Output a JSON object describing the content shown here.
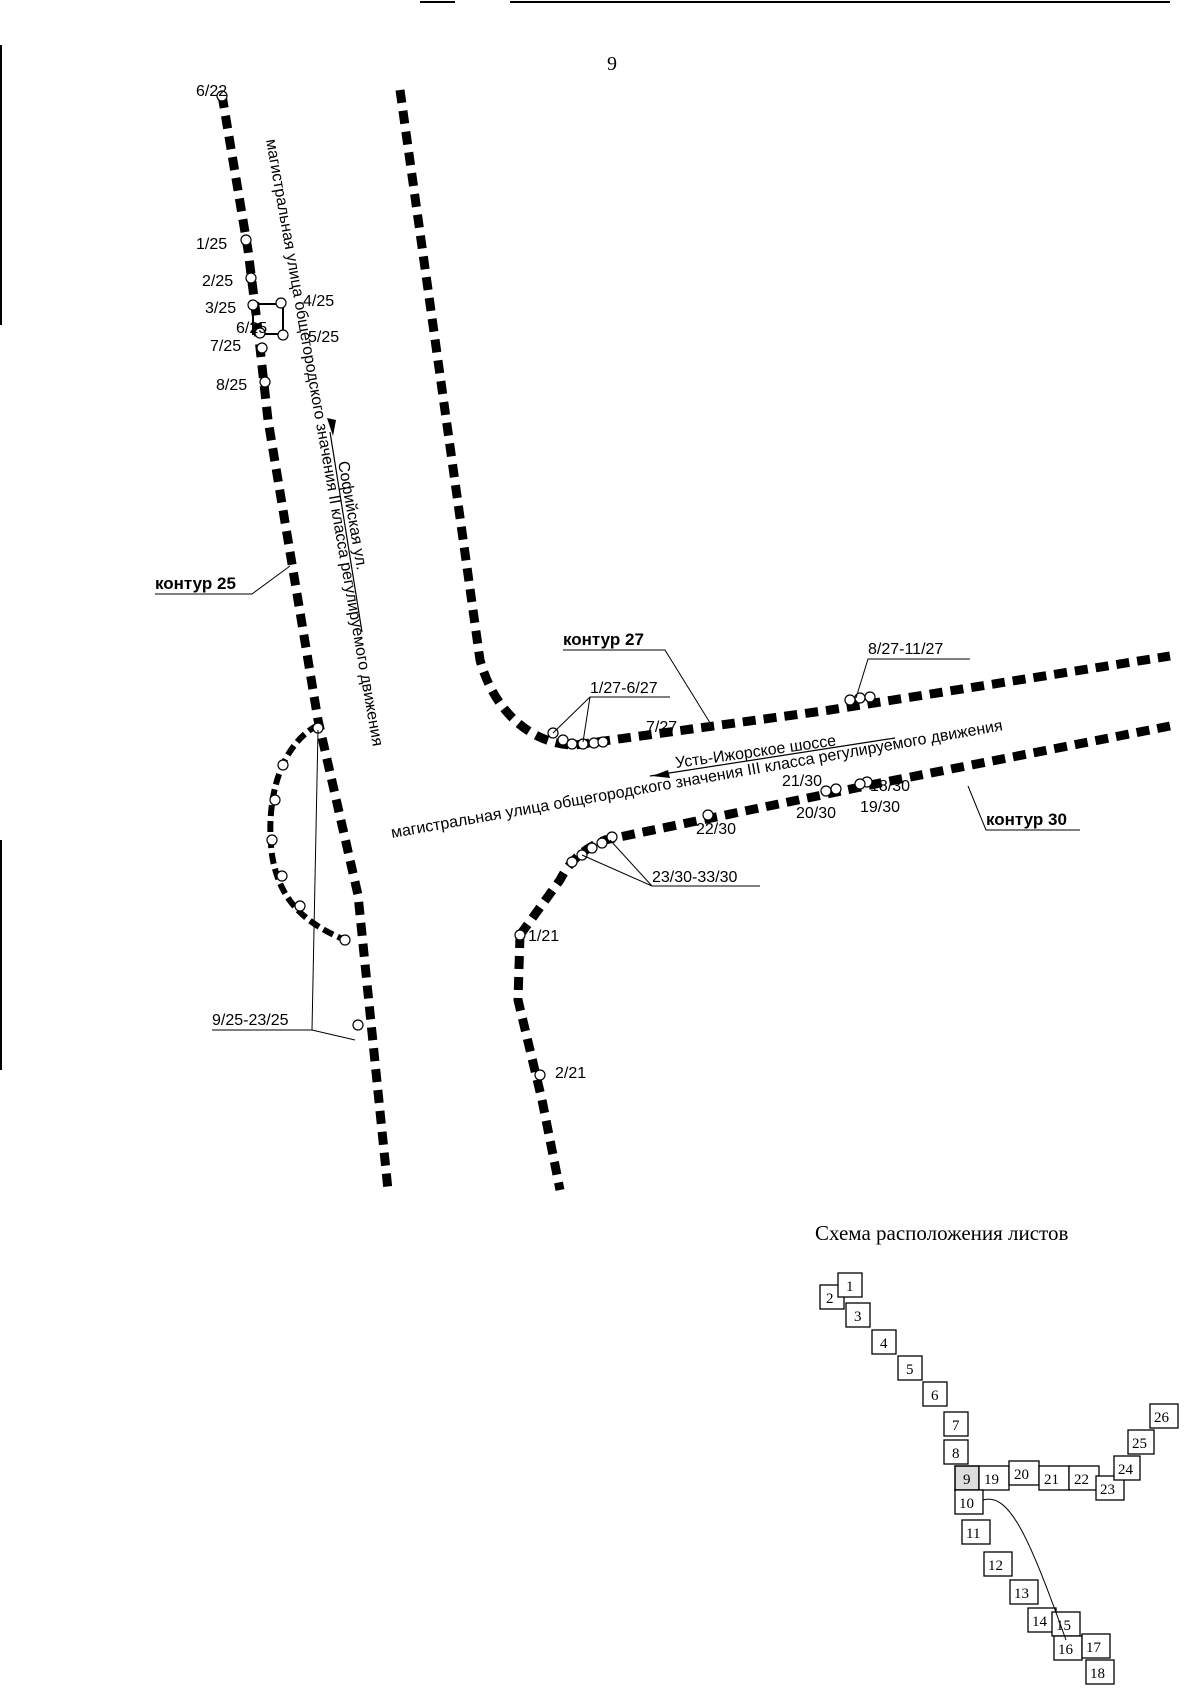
{
  "page_number": "9",
  "contours": {
    "c25": "контур 25",
    "c27": "контур 27",
    "c30": "контур 30"
  },
  "streets": {
    "sofia_name": "Софийская ул.",
    "sofia_class": "магистральная улица общегородского значения II класса регулируемого движения",
    "ust_name": "Усть-Ижорское шоссе",
    "ust_class": "магистральная улица общегородского значения III класса регулируемого движения"
  },
  "points": {
    "p6_22": "6/22",
    "p1_25": "1/25",
    "p2_25": "2/25",
    "p3_25": "3/25",
    "p4_25": "4/25",
    "p6_25": "6/25",
    "p5_25": "5/25",
    "p7_25": "7/25",
    "p8_25": "8/25",
    "p9_23_25": "9/25-23/25",
    "p1_6_27": "1/27-6/27",
    "p7_27": "7/27",
    "p8_11_27": "8/27-11/27",
    "p21_30": "21/30",
    "p18_30": "18/30",
    "p20_30": "20/30",
    "p19_30": "19/30",
    "p22_30": "22/30",
    "p23_33_30": "23/30-33/30",
    "p1_21": "1/21",
    "p2_21": "2/21"
  },
  "scheme": {
    "title": "Схема расположения листов",
    "current_sheet": "9",
    "sheets": [
      "1",
      "2",
      "3",
      "4",
      "5",
      "6",
      "7",
      "8",
      "9",
      "10",
      "11",
      "12",
      "13",
      "14",
      "15",
      "16",
      "17",
      "18",
      "19",
      "20",
      "21",
      "22",
      "23",
      "24",
      "25",
      "26"
    ]
  }
}
